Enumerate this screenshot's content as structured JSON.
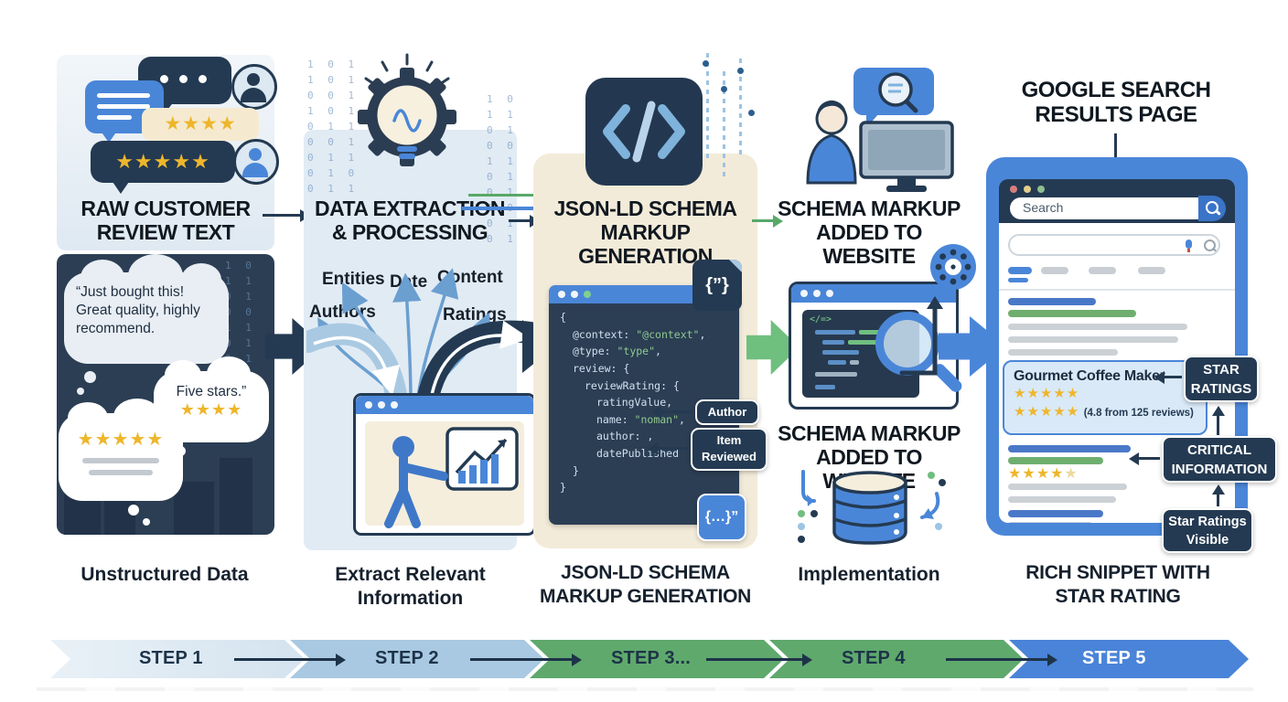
{
  "col1": {
    "heading1": "RAW CUSTOMER",
    "heading2": "REVIEW TEXT",
    "stars4": "★★★★",
    "stars5": "★★★★★",
    "thought_main": "“Just bought this! Great quality, highly recommend.",
    "thought_small": "Five stars.”",
    "caption": "Unstructured Data"
  },
  "col2": {
    "heading1": "DATA EXTRACTION",
    "heading2": "& PROCESSING",
    "tags": {
      "entities": "Entities",
      "date": "Date",
      "content": "Content",
      "authors": "Authors",
      "ratings": "Ratings"
    },
    "caption1": "Extract Relevant",
    "caption2": "Information"
  },
  "col3": {
    "heading1": "JSON-LD SCHEMA",
    "heading2": "MARKUP GENERATION",
    "file_glyph_top": "{”}",
    "file_glyph_bottom": "{…}”",
    "code": {
      "l1": "{",
      "l2a": "@context: ",
      "l2b": "\"@context\"",
      "l2c": ",",
      "l3a": "@type: ",
      "l3b": "\"type\"",
      "l3c": ",",
      "l4": "review: {",
      "l5": "reviewRating: {",
      "l6": "ratingValue,",
      "l7a": "name: ",
      "l7b": "\"noman\"",
      "l7c": ",",
      "l8": "author: ,",
      "l9": "datePublished",
      "l10": "}",
      "l11": "}"
    },
    "callout_author": "Author",
    "callout_item1": "Item",
    "callout_item2": "Reviewed",
    "caption1": "JSON-LD SCHEMA",
    "caption2": "MARKUP GENERATION"
  },
  "col4": {
    "heading1": "SCHEMA MARKUP",
    "heading2": "ADDED TO WEBSITE",
    "subheading1": "SCHEMA MARKUP",
    "subheading2": "ADDED TO WEBSITE",
    "code_tag": "</=>",
    "caption": "Implementation"
  },
  "col5": {
    "heading1": "GOOGLE SEARCH",
    "heading2": "RESULTS PAGE",
    "search_value": "Search",
    "snippet_title": "Gourmet Coffee Maker",
    "snippet_stars1": "★★★★★",
    "snippet_stars2": "★★★★★",
    "snippet_rating_text": "(4.8 from 125 reviews)",
    "result2_stars_full": "★★★★",
    "result2_star_last": "★",
    "callout1_1": "STAR",
    "callout1_2": "RATINGS",
    "callout2_1": "CRITICAL",
    "callout2_2": "INFORMATION",
    "callout3_1": "Star Ratings",
    "callout3_2": "Visible",
    "caption1": "RICH SNIPPET WITH",
    "caption2": "STAR RATING"
  },
  "steps": [
    {
      "label": "STEP 1"
    },
    {
      "label": "STEP 2"
    },
    {
      "label": "STEP 3..."
    },
    {
      "label": "STEP 4"
    },
    {
      "label": "STEP 5"
    }
  ],
  "deco": {
    "binary": "1 0 1 1 0 1 0 0 1 1 0 1 0 1 1 0 0 1 0 1 1 0 1 0 0 1 1 0 1 0 1 1 0 0 1 0 1 1 0 1"
  }
}
